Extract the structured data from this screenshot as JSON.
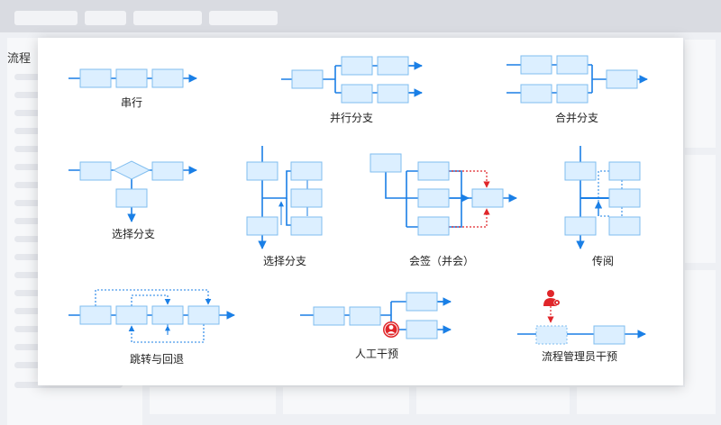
{
  "background": {
    "sidebar_title": "流程"
  },
  "diagrams": {
    "serial": {
      "label": "串行"
    },
    "parallel_branch": {
      "label": "并行分支"
    },
    "merge_branch": {
      "label": "合并分支"
    },
    "select_branch_1": {
      "label": "选择分支"
    },
    "select_branch_2": {
      "label": "选择分支"
    },
    "countersign": {
      "label": "会签（并会）"
    },
    "circulate": {
      "label": "传阅"
    },
    "jump_return": {
      "label": "跳转与回退"
    },
    "manual_intervention": {
      "label": "人工干预"
    },
    "admin_intervention": {
      "label": "流程管理员干预"
    }
  },
  "colors": {
    "line_blue": "#1a7fe6",
    "node_fill": "#dcefff",
    "node_stroke": "#7fbdef",
    "alert_red": "#e0262a"
  }
}
